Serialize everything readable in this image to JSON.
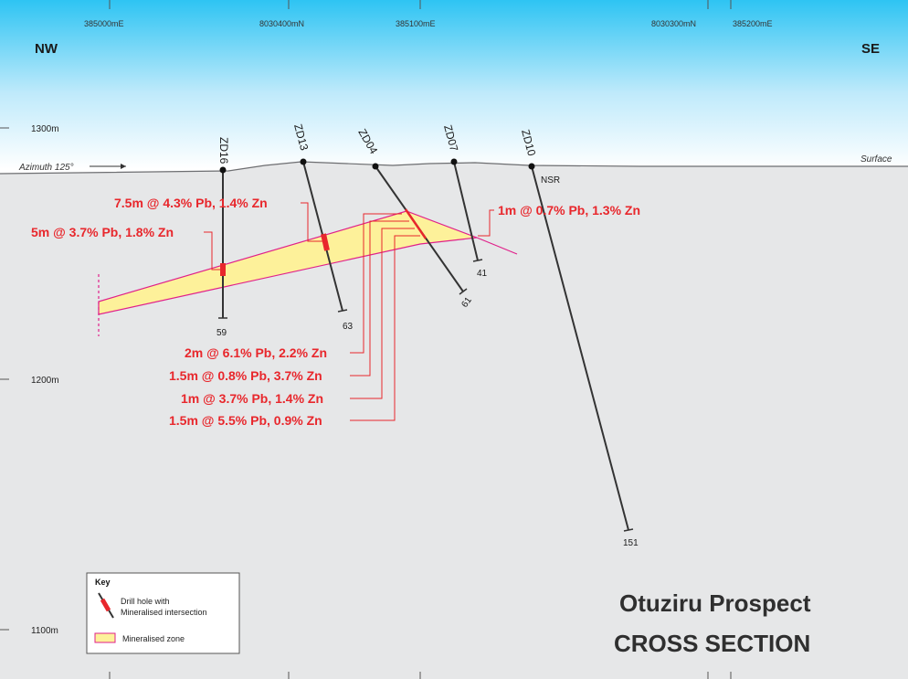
{
  "orientation": {
    "left": "NW",
    "right": "SE"
  },
  "coordinates": {
    "c1": "385000mE",
    "c2": "8030400mN",
    "c3": "385100mE",
    "c4": "8030300mN",
    "c5": "385200mE"
  },
  "elevations": {
    "e1300": "1300m",
    "e1200": "1200m",
    "e1100": "1100m"
  },
  "azimuth_label": "Azimuth 125°",
  "surface_label": "Surface",
  "drill_holes": [
    {
      "id": "ZD16",
      "depth": "59"
    },
    {
      "id": "ZD13",
      "depth": "63"
    },
    {
      "id": "ZD04",
      "depth": "61"
    },
    {
      "id": "ZD07",
      "depth": "41"
    },
    {
      "id": "ZD10",
      "depth": "151",
      "note": "NSR"
    }
  ],
  "intersections": [
    "7.5m @ 4.3% Pb, 1.4% Zn",
    "5m @ 3.7% Pb, 1.8% Zn",
    "1m @ 0.7% Pb, 1.3% Zn",
    "2m @ 6.1% Pb, 2.2% Zn",
    "1.5m @ 0.8% Pb, 3.7% Zn",
    "1m @ 3.7% Pb, 1.4% Zn",
    "1.5m @ 5.5% Pb, 0.9% Zn"
  ],
  "key": {
    "title": "Key",
    "drill_label_1": "Drill hole with",
    "drill_label_2": "Mineralised intersection",
    "zone_label": "Mineralised zone"
  },
  "title": {
    "line1": "Otuziru Prospect",
    "line2": "CROSS SECTION"
  },
  "colors": {
    "sky_top": "#2ec4f3",
    "sky_bottom": "#ffffff",
    "ground": "#e6e7e8",
    "zone_fill": "#fdf19a",
    "zone_edge": "#e0208a",
    "annotation": "#e8272c"
  }
}
